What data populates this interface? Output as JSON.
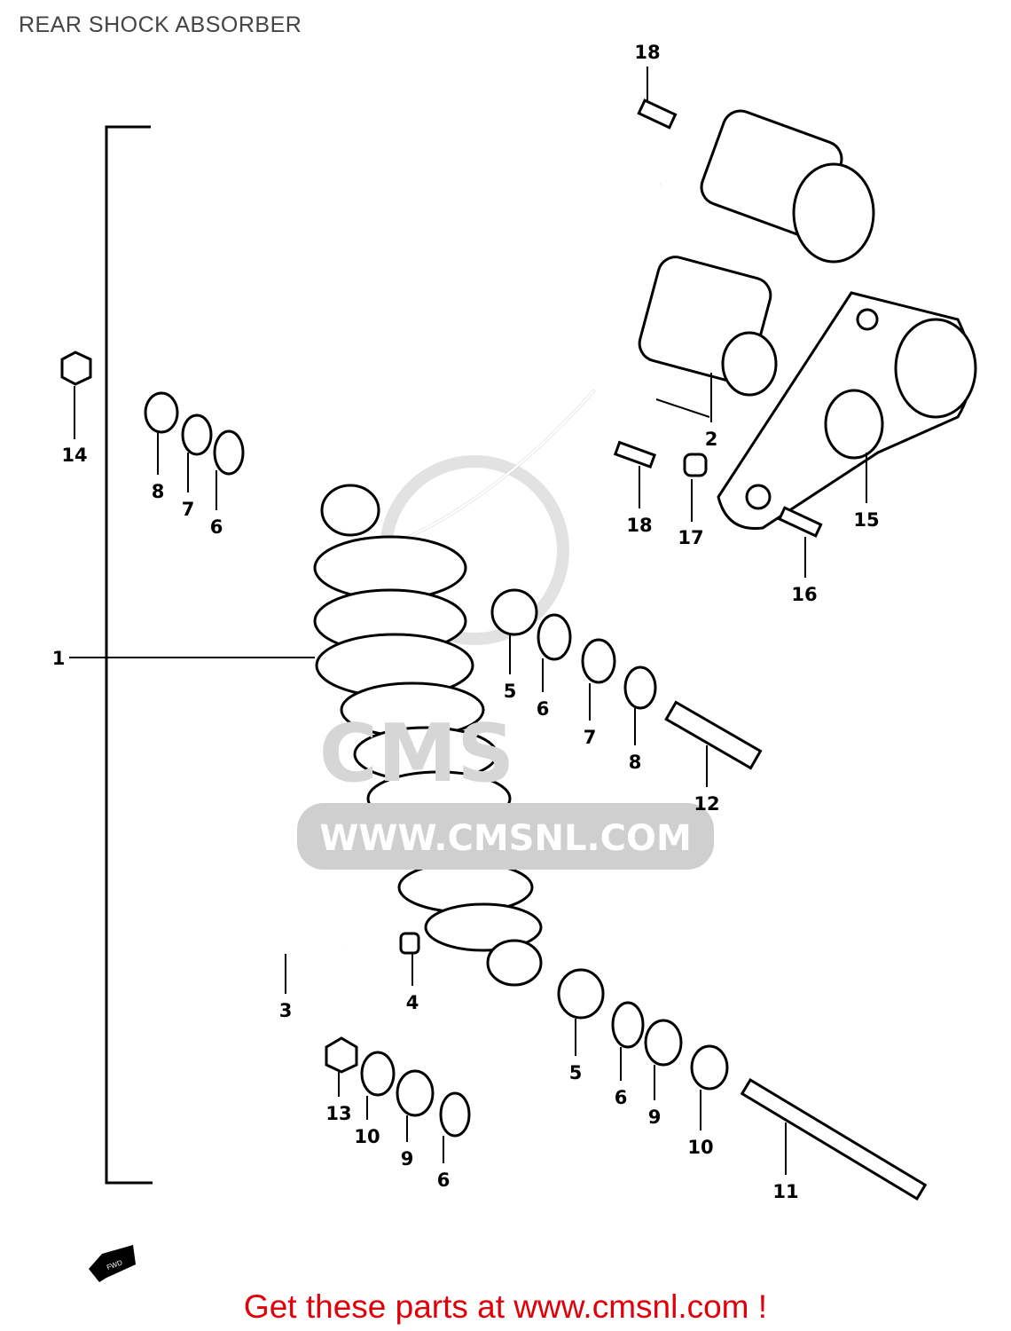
{
  "title": "REAR SHOCK ABSORBER",
  "watermark": "WWW.CMSNL.COM",
  "watermark_logo": "CMS",
  "direction_arrow": "FWD",
  "part_labels": [
    "18",
    "14",
    "8",
    "7",
    "6",
    "2",
    "18",
    "17",
    "15",
    "16",
    "1",
    "5",
    "6",
    "7",
    "8",
    "12",
    "3",
    "4",
    "5",
    "6",
    "9",
    "10",
    "11",
    "13",
    "10",
    "9",
    "6"
  ],
  "footer": "Get these parts at www.cmsnl.com !",
  "colors": {
    "footer": "#e0000a",
    "title": "#444444",
    "watermark": "#e2e2e2"
  }
}
